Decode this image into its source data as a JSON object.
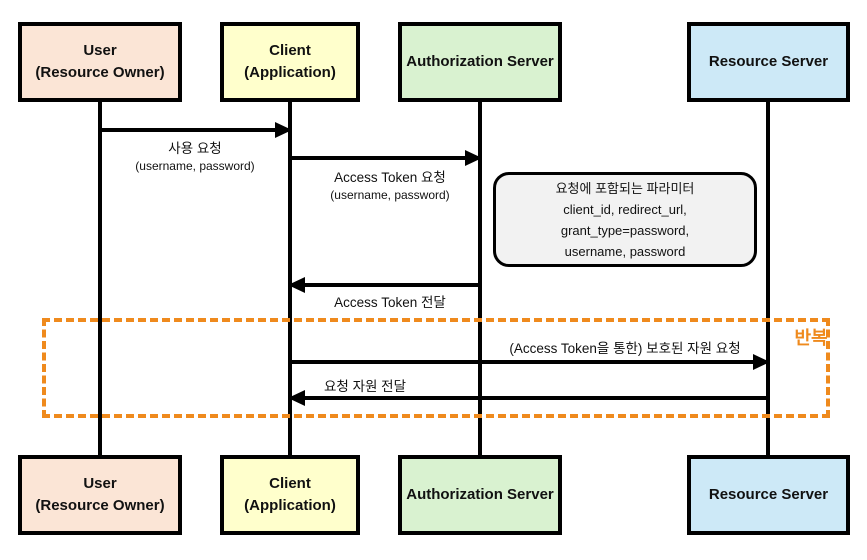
{
  "colors": {
    "user-fill": "#FBE5D6",
    "client-fill": "#FFFFCC",
    "auth-fill": "#D9F2D0",
    "resource-fill": "#CDE9F7",
    "note-fill": "#F2F2F2",
    "repeat-accent": "#EF8A1D",
    "line": "#000000"
  },
  "actors": [
    {
      "id": "user",
      "line1": "User",
      "line2": "(Resource Owner)"
    },
    {
      "id": "client",
      "line1": "Client",
      "line2": "(Application)"
    },
    {
      "id": "auth-server",
      "line1": "Authorization Server",
      "line2": ""
    },
    {
      "id": "resource-server",
      "line1": "Resource Server",
      "line2": ""
    }
  ],
  "messages": [
    {
      "label": "사용 요청",
      "sublabel": "(username, password)",
      "from": "user",
      "to": "client"
    },
    {
      "label": "Access Token 요청",
      "sublabel": "(username, password)",
      "from": "client",
      "to": "auth-server"
    },
    {
      "label": "Access Token 전달",
      "sublabel": "",
      "from": "auth-server",
      "to": "client"
    },
    {
      "label": "(Access Token을 통한) 보호된 자원 요청",
      "sublabel": "",
      "from": "client",
      "to": "resource-server"
    },
    {
      "label": "요청 자원 전달",
      "sublabel": "",
      "from": "resource-server",
      "to": "client"
    }
  ],
  "note": {
    "lines": [
      "요청에 포함되는 파라미터",
      "client_id, redirect_url,",
      "grant_type=password,",
      "username, password"
    ]
  },
  "repeat_box": {
    "label": "반복"
  }
}
